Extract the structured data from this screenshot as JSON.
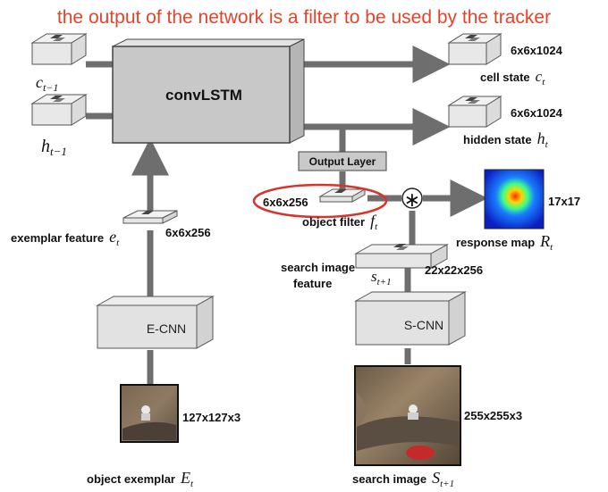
{
  "header": {
    "caption": "the output of the network is a filter to be used by the tracker",
    "caption_color": "#e8432a"
  },
  "inputs": {
    "cell_prev": {
      "symbol": "c",
      "subscript": "t−1"
    },
    "hidden_prev": {
      "symbol": "h",
      "subscript": "t−1"
    }
  },
  "core": {
    "label": "convLSTM"
  },
  "outputs": {
    "cell_state": {
      "dims": "6x6x1024",
      "label": "cell state",
      "symbol": "c",
      "subscript": "t"
    },
    "hidden_state": {
      "dims": "6x6x1024",
      "label": "hidden state",
      "symbol": "h",
      "subscript": "t"
    }
  },
  "output_layer": {
    "label": "Output Layer"
  },
  "object_filter": {
    "dims": "6x6x256",
    "label": "object filter",
    "symbol": "f",
    "subscript": "t"
  },
  "operator": {
    "symbol": "∗"
  },
  "response_map": {
    "dims": "17x17",
    "label": "response map",
    "symbol": "R",
    "subscript": "t"
  },
  "exemplar_feature": {
    "label": "exemplar feature",
    "symbol": "e",
    "subscript": "t",
    "dims": "6x6x256"
  },
  "search_feature": {
    "label_line1": "search image",
    "label_line2": "feature",
    "symbol": "s",
    "subscript": "t+1",
    "dims": "22x22x256"
  },
  "e_cnn": {
    "label": "E-CNN"
  },
  "s_cnn": {
    "label": "S-CNN"
  },
  "exemplar_image": {
    "dims": "127x127x3",
    "label": "object exemplar",
    "symbol": "E",
    "subscript": "t"
  },
  "search_image": {
    "dims": "255x255x3",
    "label": "search image",
    "symbol": "S",
    "subscript": "t+1"
  },
  "colors": {
    "arrow": "#6e6e6e",
    "box_fill": "#c8c8c8",
    "cube_top": "#efefef",
    "cube_side": "#dedede",
    "highlight_ring": "#d9342b",
    "output_layer_fill": "#c9c9c9"
  }
}
